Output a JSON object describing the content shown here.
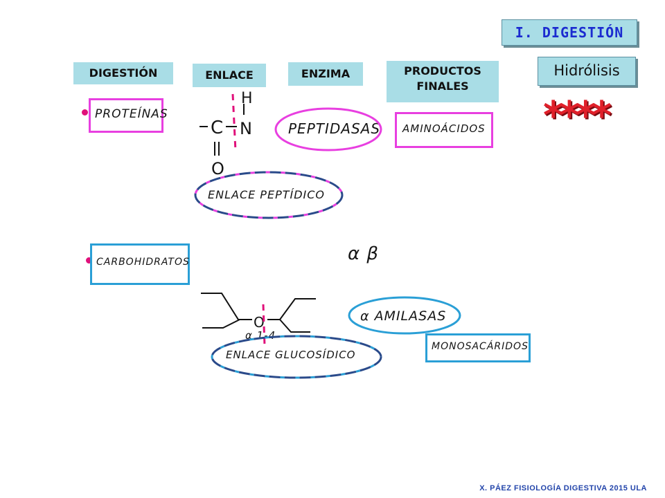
{
  "title": "I. DIGESTIÓN",
  "hydrolysis": "Hidrólisis",
  "stars": "****",
  "headers": {
    "digestion": "DIGESTIÓN",
    "bond": "ENLACE",
    "enzyme": "ENZIMA",
    "products_line1": "PRODUCTOS",
    "products_line2": "FINALES"
  },
  "proteins": {
    "label": "PROTEÍNAS",
    "bond_label": "ENLACE PEPTÍDICO",
    "enzyme": "PEPTIDASAS",
    "product": "AMINOÁCIDOS",
    "chem_c": "C",
    "chem_n": "N",
    "chem_h": "H",
    "chem_o": "O"
  },
  "carbohydrates": {
    "label": "CARBOHIDRATOS",
    "bond_label": "ENLACE GLUCOSÍDICO",
    "enzyme": "α AMILASAS",
    "product": "MONOSACÁRIDOS",
    "chem_o": "O",
    "alpha_14": "α 1-4",
    "alpha_beta": "α β"
  },
  "footer": "X. PÁEZ   FISIOLOGÍA DIGESTIVA 2015 ULA",
  "colors": {
    "header_bg": "#a9dde6",
    "title_text": "#1b2bd0",
    "pink": "#e83fe0",
    "blue": "#2a9fd6",
    "star_red": "#e0202a"
  }
}
